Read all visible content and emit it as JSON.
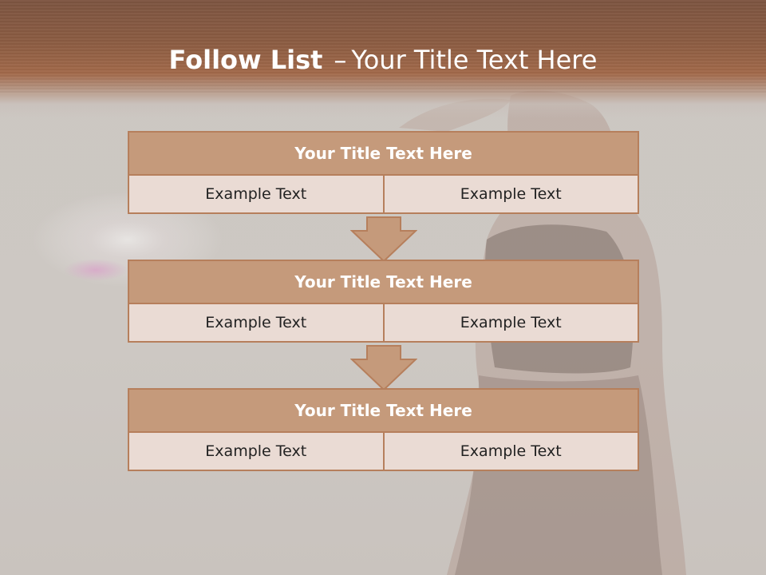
{
  "slide": {
    "title_bold": "Follow List",
    "title_separator": "–",
    "title_rest": "Your Title Text Here"
  },
  "blocks": [
    {
      "title": "Your Title Text Here",
      "cells": [
        "Example Text",
        "Example Text"
      ]
    },
    {
      "title": "Your Title Text Here",
      "cells": [
        "Example Text",
        "Example Text"
      ]
    },
    {
      "title": "Your Title Text Here",
      "cells": [
        "Example Text",
        "Example Text"
      ]
    }
  ],
  "colors": {
    "header_brown": "#8b5c42",
    "box_title_fill": "#c59a7b",
    "box_border": "#b67f5c",
    "cell_fill": "#eadbd4"
  },
  "icons": [
    "down-arrow-icon",
    "down-arrow-icon"
  ]
}
